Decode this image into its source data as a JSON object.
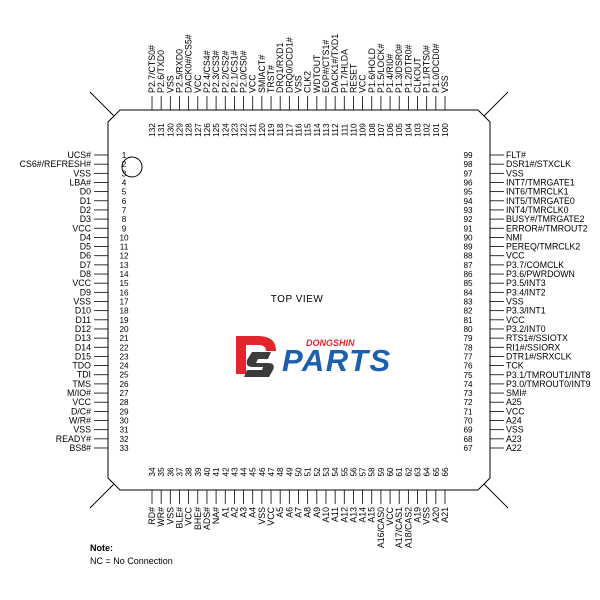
{
  "diagram": {
    "view_label": "TOP VIEW"
  },
  "pins": {
    "left": [
      {
        "num": "1",
        "name": "UCS#"
      },
      {
        "num": "2",
        "name": "CS6#/REFRESH#"
      },
      {
        "num": "3",
        "name": "VSS"
      },
      {
        "num": "4",
        "name": "LBA#"
      },
      {
        "num": "5",
        "name": "D0"
      },
      {
        "num": "6",
        "name": "D1"
      },
      {
        "num": "7",
        "name": "D2"
      },
      {
        "num": "8",
        "name": "D3"
      },
      {
        "num": "9",
        "name": "VCC"
      },
      {
        "num": "10",
        "name": "D4"
      },
      {
        "num": "11",
        "name": "D5"
      },
      {
        "num": "12",
        "name": "D6"
      },
      {
        "num": "13",
        "name": "D7"
      },
      {
        "num": "14",
        "name": "D8"
      },
      {
        "num": "15",
        "name": "VCC"
      },
      {
        "num": "16",
        "name": "D9"
      },
      {
        "num": "17",
        "name": "VSS"
      },
      {
        "num": "18",
        "name": "D10"
      },
      {
        "num": "19",
        "name": "D11"
      },
      {
        "num": "20",
        "name": "D12"
      },
      {
        "num": "21",
        "name": "D13"
      },
      {
        "num": "22",
        "name": "D14"
      },
      {
        "num": "23",
        "name": "D15"
      },
      {
        "num": "24",
        "name": "TDO"
      },
      {
        "num": "25",
        "name": "TDI"
      },
      {
        "num": "26",
        "name": "TMS"
      },
      {
        "num": "27",
        "name": "M/IO#"
      },
      {
        "num": "28",
        "name": "VCC"
      },
      {
        "num": "29",
        "name": "D/C#"
      },
      {
        "num": "30",
        "name": "W/R#"
      },
      {
        "num": "31",
        "name": "VSS"
      },
      {
        "num": "32",
        "name": "READY#"
      },
      {
        "num": "33",
        "name": "BS8#"
      }
    ],
    "bottom": [
      {
        "num": "34",
        "name": "RD#"
      },
      {
        "num": "35",
        "name": "WR#"
      },
      {
        "num": "36",
        "name": "VSS"
      },
      {
        "num": "37",
        "name": "BLE#"
      },
      {
        "num": "38",
        "name": "VCC"
      },
      {
        "num": "39",
        "name": "BHE#"
      },
      {
        "num": "40",
        "name": "ADS#"
      },
      {
        "num": "41",
        "name": "NA#"
      },
      {
        "num": "42",
        "name": "A1"
      },
      {
        "num": "43",
        "name": "A2"
      },
      {
        "num": "44",
        "name": "A3"
      },
      {
        "num": "45",
        "name": "A4"
      },
      {
        "num": "46",
        "name": "VSS"
      },
      {
        "num": "47",
        "name": "VCC"
      },
      {
        "num": "48",
        "name": "A5"
      },
      {
        "num": "49",
        "name": "A6"
      },
      {
        "num": "50",
        "name": "A7"
      },
      {
        "num": "51",
        "name": "A8"
      },
      {
        "num": "52",
        "name": "A9"
      },
      {
        "num": "53",
        "name": "A10"
      },
      {
        "num": "54",
        "name": "A11"
      },
      {
        "num": "55",
        "name": "A12"
      },
      {
        "num": "56",
        "name": "A13"
      },
      {
        "num": "57",
        "name": "A14"
      },
      {
        "num": "58",
        "name": "A15"
      },
      {
        "num": "59",
        "name": "A16/CAS0"
      },
      {
        "num": "60",
        "name": "VCC"
      },
      {
        "num": "61",
        "name": "A17/CAS1"
      },
      {
        "num": "62",
        "name": "A18/CAS2"
      },
      {
        "num": "63",
        "name": "A19"
      },
      {
        "num": "64",
        "name": "VSS"
      },
      {
        "num": "65",
        "name": "A20"
      },
      {
        "num": "66",
        "name": "A21"
      }
    ],
    "right": [
      {
        "num": "67",
        "name": "A22"
      },
      {
        "num": "68",
        "name": "A23"
      },
      {
        "num": "69",
        "name": "VSS"
      },
      {
        "num": "70",
        "name": "A24"
      },
      {
        "num": "71",
        "name": "VCC"
      },
      {
        "num": "72",
        "name": "A25"
      },
      {
        "num": "73",
        "name": "SMI#"
      },
      {
        "num": "74",
        "name": "P3.0/TMROUT0/INT9"
      },
      {
        "num": "75",
        "name": "P3.1/TMROUT1/INT8"
      },
      {
        "num": "76",
        "name": "TCK"
      },
      {
        "num": "77",
        "name": "DTR1#/SRXCLK"
      },
      {
        "num": "78",
        "name": "RI1#/SSIORX"
      },
      {
        "num": "79",
        "name": "RTS1#/SSIOTX"
      },
      {
        "num": "80",
        "name": "P3.2/INT0"
      },
      {
        "num": "81",
        "name": "VCC"
      },
      {
        "num": "82",
        "name": "P3.3/INT1"
      },
      {
        "num": "83",
        "name": "VSS"
      },
      {
        "num": "84",
        "name": "P3.4/INT2"
      },
      {
        "num": "85",
        "name": "P3.5/INT3"
      },
      {
        "num": "86",
        "name": "P3.6/PWRDOWN"
      },
      {
        "num": "87",
        "name": "P3.7/COMCLK"
      },
      {
        "num": "88",
        "name": "VCC"
      },
      {
        "num": "89",
        "name": "PEREQ/TMRCLK2"
      },
      {
        "num": "90",
        "name": "NMI"
      },
      {
        "num": "91",
        "name": "ERROR#/TMROUT2"
      },
      {
        "num": "92",
        "name": "BUSY#/TMRGATE2"
      },
      {
        "num": "93",
        "name": "INT4/TMRCLK0"
      },
      {
        "num": "94",
        "name": "INT5/TMRGATE0"
      },
      {
        "num": "95",
        "name": "INT6/TMRCLK1"
      },
      {
        "num": "96",
        "name": "INT7/TMRGATE1"
      },
      {
        "num": "97",
        "name": "VSS"
      },
      {
        "num": "98",
        "name": "DSR1#/STXCLK"
      },
      {
        "num": "99",
        "name": "FLT#"
      }
    ],
    "top": [
      {
        "num": "100",
        "name": "VSS"
      },
      {
        "num": "101",
        "name": "P1.0/DCD0#"
      },
      {
        "num": "102",
        "name": "P1.1/RTS0#"
      },
      {
        "num": "103",
        "name": "CLKOUT"
      },
      {
        "num": "104",
        "name": "P1.2/DTR0#"
      },
      {
        "num": "105",
        "name": "P1.3/DSR0#"
      },
      {
        "num": "106",
        "name": "P1.4/RI0#"
      },
      {
        "num": "107",
        "name": "P1.5/LOCK#"
      },
      {
        "num": "108",
        "name": "P1.6/HOLD"
      },
      {
        "num": "109",
        "name": "VCC"
      },
      {
        "num": "110",
        "name": "RESET"
      },
      {
        "num": "111",
        "name": "P1.7/HLDA"
      },
      {
        "num": "112",
        "name": "DACK1#/TXD1"
      },
      {
        "num": "113",
        "name": "EOP#/CTS1#"
      },
      {
        "num": "114",
        "name": "WDTOUT"
      },
      {
        "num": "115",
        "name": "CLK2"
      },
      {
        "num": "116",
        "name": "VSS"
      },
      {
        "num": "117",
        "name": "DRQ0/DCD1#"
      },
      {
        "num": "118",
        "name": "DRQ1/RXD1"
      },
      {
        "num": "119",
        "name": "TRST#"
      },
      {
        "num": "120",
        "name": "SMIACT#"
      },
      {
        "num": "121",
        "name": "VCC"
      },
      {
        "num": "122",
        "name": "P2.0/CS0#"
      },
      {
        "num": "123",
        "name": "P2.1/CS1#"
      },
      {
        "num": "124",
        "name": "P2.2/CS2#"
      },
      {
        "num": "125",
        "name": "P2.3/CS3#"
      },
      {
        "num": "126",
        "name": "P2.4/CS4#"
      },
      {
        "num": "127",
        "name": "VCC"
      },
      {
        "num": "128",
        "name": "DACK0#/CS5#"
      },
      {
        "num": "129",
        "name": "P2.5/RXD0"
      },
      {
        "num": "130",
        "name": "VSS"
      },
      {
        "num": "131",
        "name": "P2.6/TXD0"
      },
      {
        "num": "132",
        "name": "P2.7/CTS0#"
      }
    ]
  },
  "logo": {
    "emblem_icon": "dongshin-ds-emblem-icon",
    "brand_small": "DONGSHIN",
    "brand_large": "PARTS"
  },
  "note": {
    "title": "Note:",
    "text": "NC = No Connection"
  },
  "colors": {
    "outline": "#000000",
    "logo_red": "#e3262e",
    "logo_blue": "#1b5fae",
    "logo_dark": "#3c3c3c"
  }
}
